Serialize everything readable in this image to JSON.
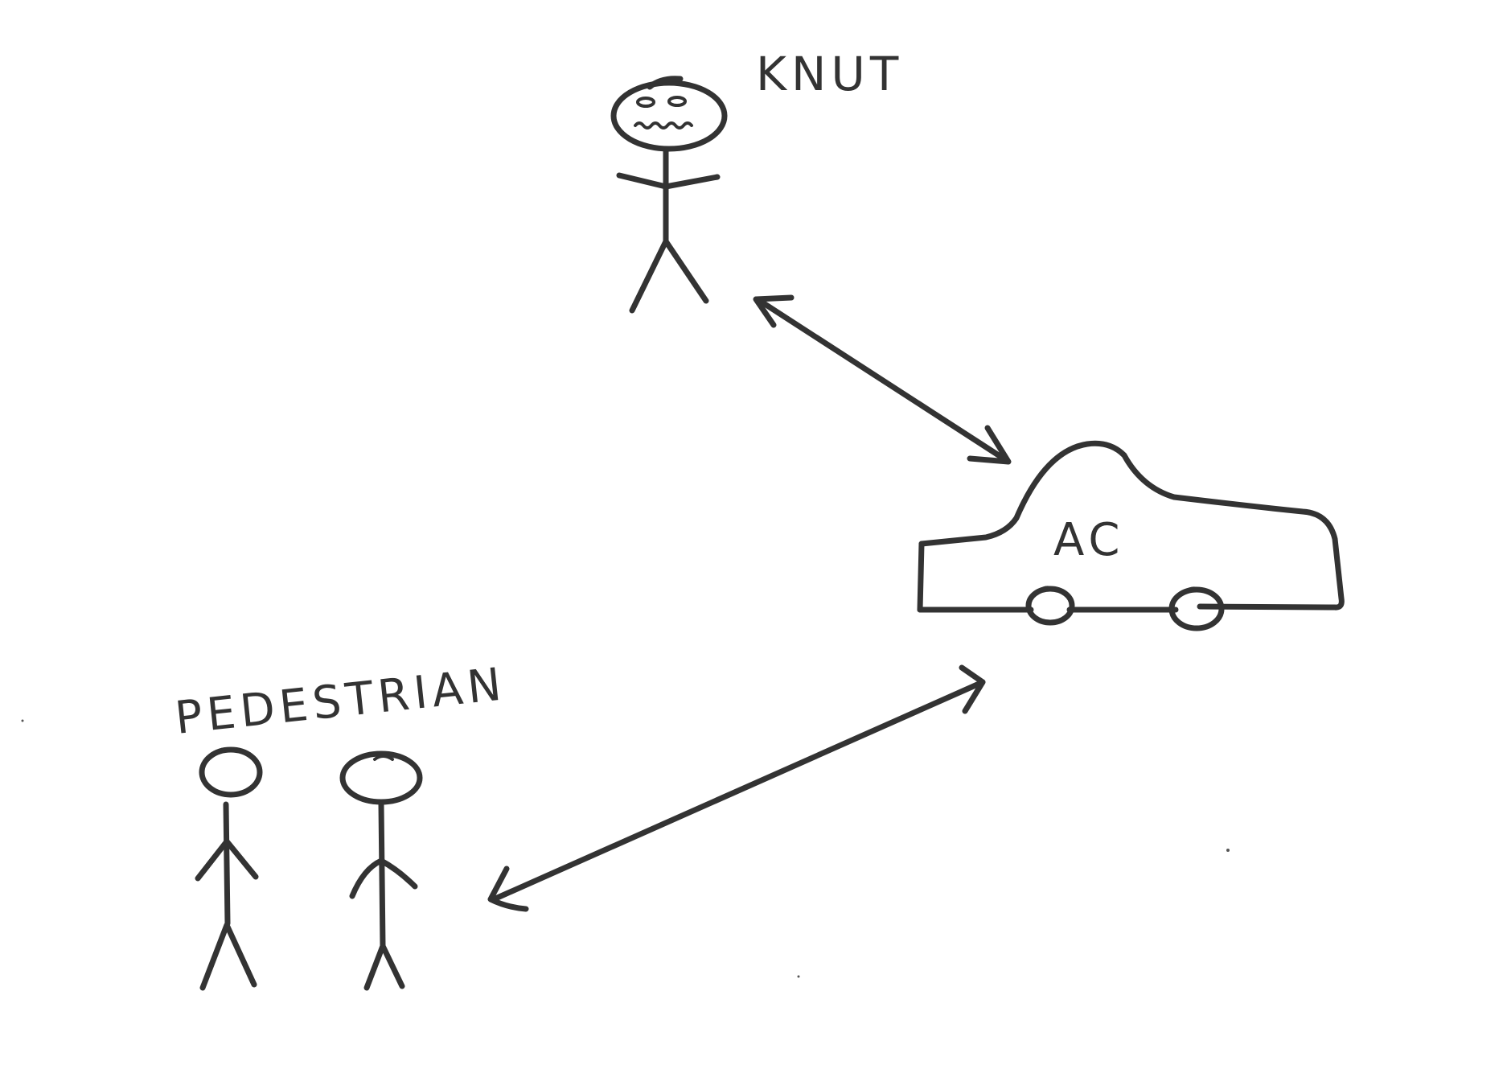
{
  "diagram": {
    "actors": {
      "knut": {
        "label": "KNUT",
        "icon": "stick-figure-worried-icon"
      },
      "pedestrian": {
        "label": "PEDESTRIAN",
        "icon": "stick-figure-icon",
        "count": 2
      }
    },
    "vehicle": {
      "label": "AC",
      "icon": "car-icon"
    },
    "connections": [
      {
        "from": "knut",
        "to": "vehicle",
        "type": "bidirectional-arrow"
      },
      {
        "from": "pedestrian",
        "to": "vehicle",
        "type": "bidirectional-arrow"
      }
    ],
    "style": {
      "ink_color": "#333333",
      "background": "#ffffff"
    }
  }
}
